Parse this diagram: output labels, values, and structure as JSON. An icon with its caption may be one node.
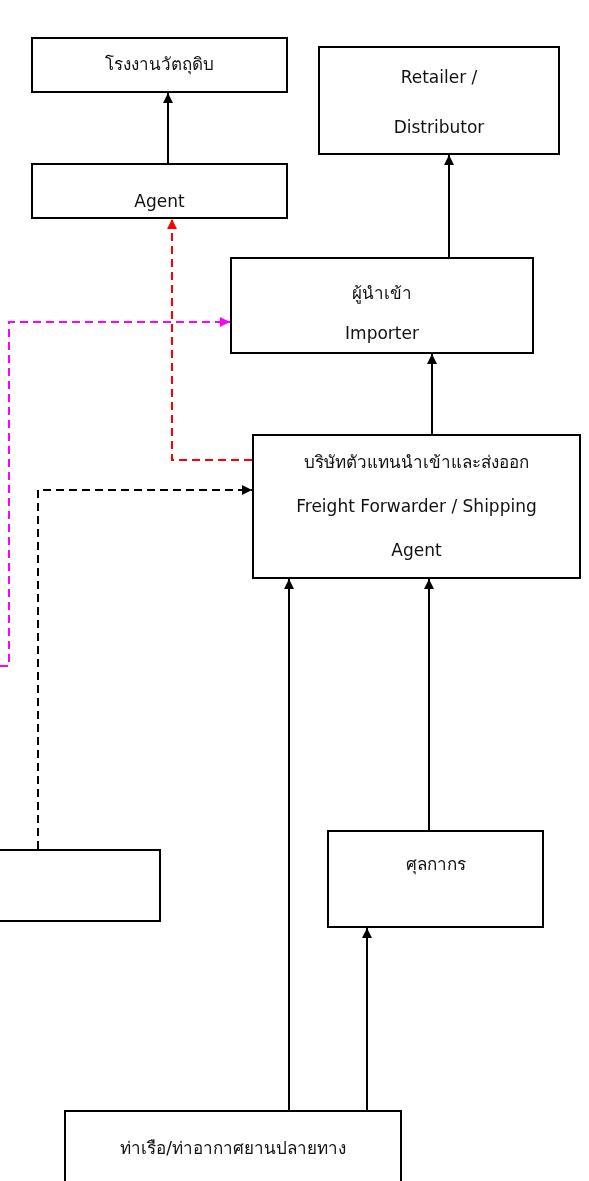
{
  "diagram": {
    "nodes": [
      {
        "text": [
          "โรงงานวัตถุดิบ"
        ]
      },
      {
        "text": [
          "Retailer / Distributor"
        ]
      },
      {
        "text": [
          "Agent"
        ]
      },
      {
        "text": [
          "ผู้นำเข้า",
          "Importer"
        ]
      },
      {
        "text": [
          "บริษัทตัวแทนนำเข้าและส่งออก",
          "Freight Forwarder / Shipping Agent"
        ]
      },
      {
        "text": [],
        "shape": "box"
      },
      {
        "text": [
          "ศุลกากร"
        ]
      },
      {
        "text": [
          "ท่าเรือ/ท่าอากาศยานปลายทาง"
        ]
      }
    ],
    "edges": [
      {
        "from": 2,
        "to": 0,
        "arrow": "to"
      },
      {
        "from": 3,
        "to": 1,
        "arrow": "to"
      },
      {
        "from": 4,
        "to": 3,
        "arrow": "to"
      },
      {
        "from": null,
        "to": 3,
        "arrow": "to",
        "style": "dashed",
        "color": "#ff00ff"
      },
      {
        "from": 4,
        "to": 2,
        "arrow": "to",
        "style": "dashed",
        "color": "#ff0000"
      },
      {
        "from": 5,
        "to": 4,
        "arrow": "to",
        "style": "dashed"
      },
      {
        "from": 7,
        "to": 4,
        "arrow": "to"
      },
      {
        "from": 7,
        "to": 6,
        "arrow": "to"
      },
      {
        "from": 6,
        "to": 4,
        "arrow": "to"
      }
    ]
  }
}
